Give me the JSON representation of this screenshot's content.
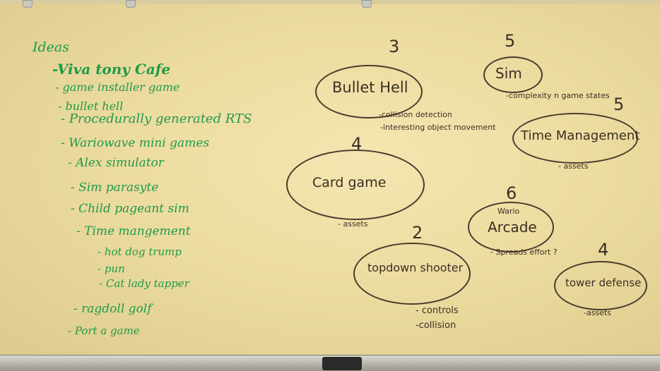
{
  "ideas": {
    "heading": "Ideas",
    "items": [
      "-Viva tony Cafe",
      "- game installer game",
      "- bullet hell",
      "- Procedurally generated RTS",
      "- Wariowave mini games",
      "- Alex simulator",
      "- Sim parasyte",
      "- Child pageant sim",
      "- Time mangement",
      "- hot dog trump",
      "- pun",
      "- Cat lady tapper",
      "- ragdoll golf",
      "- Port a game"
    ]
  },
  "bubbles": {
    "bullet_hell": {
      "score": "3",
      "label": "Bullet Hell",
      "notes": [
        "-collision detection",
        "-interesting object movement"
      ]
    },
    "sim": {
      "score": "5",
      "label": "Sim",
      "notes": [
        "-complexity n game states"
      ]
    },
    "time_management": {
      "score": "5",
      "label": "Time Management",
      "notes": [
        "- assets"
      ]
    },
    "card_game": {
      "score": "4",
      "label": "Card game",
      "notes": [
        "- assets"
      ]
    },
    "arcade": {
      "score": "6",
      "label": "Arcade",
      "sublabel": "Wario",
      "notes": [
        "- Spreads effort ?"
      ]
    },
    "topdown_shooter": {
      "score": "2",
      "label": "topdown shooter",
      "notes": [
        "- controls",
        "-collision"
      ]
    },
    "tower_defense": {
      "score": "4",
      "label": "tower defense",
      "notes": [
        "-assets"
      ]
    }
  },
  "colors": {
    "green_marker": "#1f9a4a",
    "dark_marker": "#3a2f24",
    "board": "#efdfa5"
  }
}
